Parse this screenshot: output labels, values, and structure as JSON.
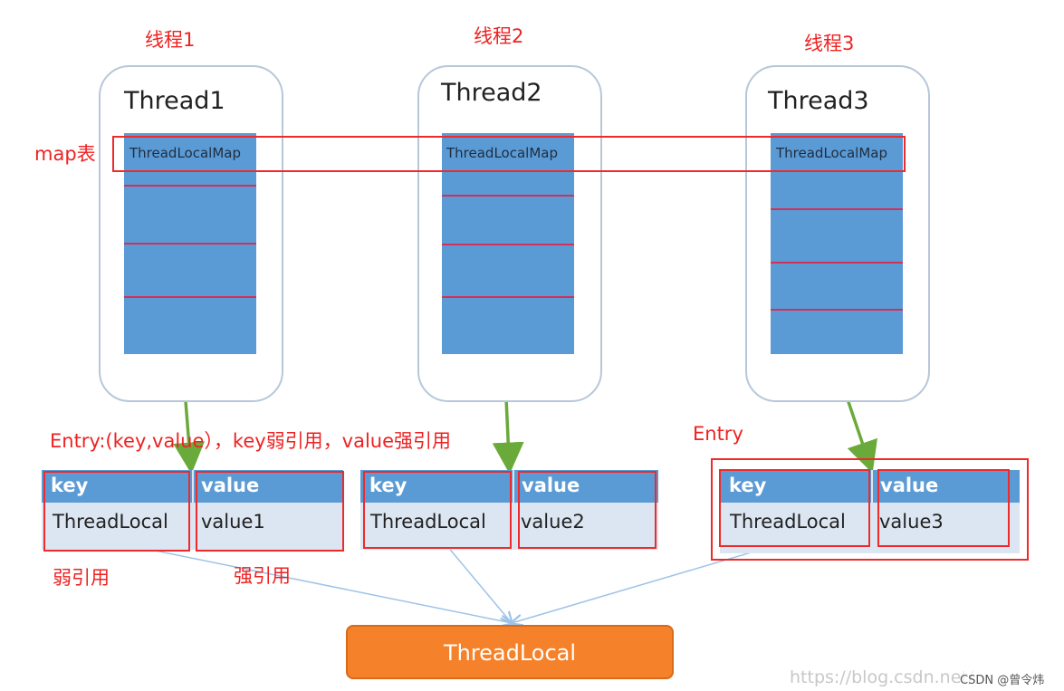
{
  "threads": [
    {
      "cn_label": "线程1",
      "title": "Thread1",
      "map_label": "ThreadLocalMap"
    },
    {
      "cn_label": "线程2",
      "title": "Thread2",
      "map_label": "ThreadLocalMap"
    },
    {
      "cn_label": "线程3",
      "title": "Thread3",
      "map_label": "ThreadLocalMap"
    }
  ],
  "annotations": {
    "map_table": "map表",
    "entry_desc": "Entry:(key,value），key弱引用，value强引用",
    "entry": "Entry",
    "weak_ref": "弱引用",
    "strong_ref": "强引用"
  },
  "tables": [
    {
      "key_header": "key",
      "value_header": "value",
      "key": "ThreadLocal",
      "value": "value1"
    },
    {
      "key_header": "key",
      "value_header": "value",
      "key": "ThreadLocal",
      "value": "value2"
    },
    {
      "key_header": "key",
      "value_header": "value",
      "key": "ThreadLocal",
      "value": "value3"
    }
  ],
  "threadlocal_box": "ThreadLocal",
  "watermark": {
    "url": "https://blog.csdn.net/",
    "csdn": "CSDN @曾令炜"
  },
  "colors": {
    "annotation": "#ee2222",
    "map_column": "#5b9bd5",
    "arrow": "#6aaa3a",
    "threadlocal": "#f5822a"
  }
}
